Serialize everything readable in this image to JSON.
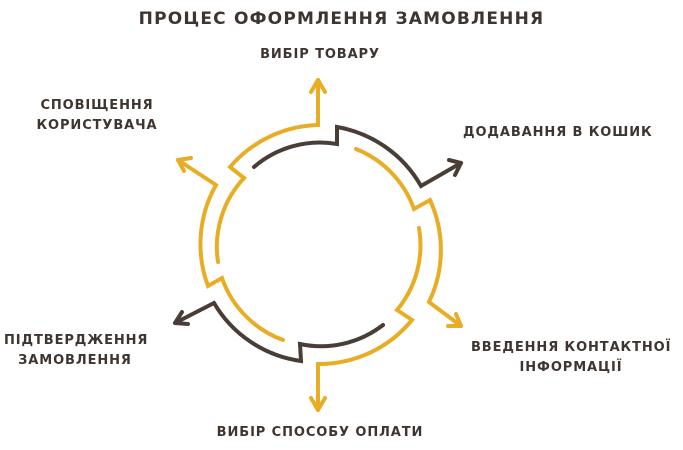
{
  "title": "ПРОЦЕС ОФОРМЛЕННЯ ЗАМОВЛЕННЯ",
  "colors": {
    "yellow": "#E8AD24",
    "brown": "#4A3D36",
    "text": "#3F3530",
    "background": "#FFFFFF"
  },
  "steps": [
    {
      "label": "ВИБІР ТОВАРУ",
      "color": "yellow",
      "position": "top"
    },
    {
      "label": "ДОДАВАННЯ В КОШИК",
      "color": "brown",
      "position": "top-right"
    },
    {
      "label_lines": [
        "ВВЕДЕННЯ КОНТАКТНОЇ",
        "ІНФОРМАЦІЇ"
      ],
      "color": "yellow",
      "position": "bottom-right"
    },
    {
      "label": "ВИБІР СПОСОБУ ОПЛАТИ",
      "color": "yellow",
      "position": "bottom"
    },
    {
      "label_lines": [
        "ПІДТВЕРДЖЕННЯ",
        "ЗАМОВЛЕННЯ"
      ],
      "color": "brown",
      "position": "bottom-left"
    },
    {
      "label_lines": [
        "СПОВІЩЕННЯ",
        "КОРИСТУВАЧА"
      ],
      "color": "yellow",
      "position": "top-left"
    }
  ]
}
